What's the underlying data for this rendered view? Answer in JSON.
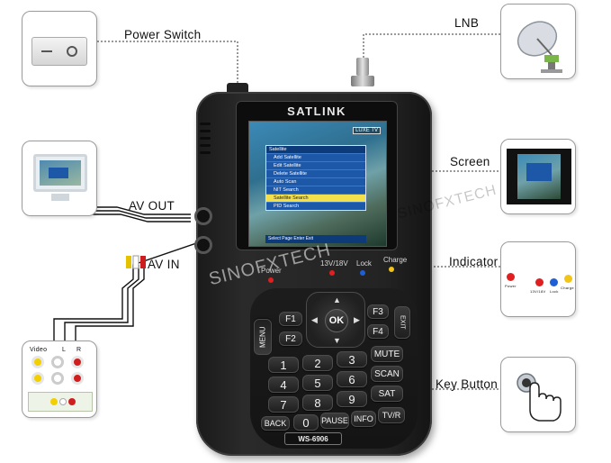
{
  "callouts": {
    "power_switch": "Power  Switch",
    "av_out": "AV  OUT",
    "av_in": "AV  IN",
    "lnb": "LNB",
    "screen": "Screen",
    "indicator": "Indicator",
    "key_button": "Key Button"
  },
  "device": {
    "brand": "SATLINK",
    "model": "WS-6906",
    "indicators": {
      "power": "Power",
      "voltage": "13V/18V",
      "lock": "Lock",
      "charge": "Charge"
    },
    "screen": {
      "corner_badge": "LUXE TV",
      "menu_title": "Satellite",
      "menu_items": [
        "Add Satellite",
        "Edit Satellite",
        "Delete Satellite",
        "Auto Scan",
        "NIT Search",
        "Satellite Search",
        "PID Search"
      ],
      "selected_index": 5,
      "footer": "Select  Page  Enter  Exit"
    },
    "keys": {
      "ok": "OK",
      "menu": "MENU",
      "exit": "EXIT",
      "f1": "F1",
      "f2": "F2",
      "f3": "F3",
      "f4": "F4",
      "mute": "MUTE",
      "scan": "SCAN",
      "sat": "SAT",
      "back": "BACK",
      "pause": "PAUSE",
      "info": "INFO",
      "tvr": "TV/R",
      "digits": [
        "1",
        "2",
        "3",
        "4",
        "5",
        "6",
        "7",
        "8",
        "9",
        "0"
      ]
    }
  },
  "av_in_panel": {
    "labels": {
      "video": "Video",
      "l": "L",
      "r": "R"
    }
  },
  "indicator_panel": {
    "labels": [
      "Power",
      "13V/18V",
      "Lock",
      "Charge"
    ]
  },
  "watermark": "SINOFXTECH",
  "colors": {
    "led_red": "#e02020",
    "led_blue": "#1f5fd6",
    "led_yellow": "#f2c417",
    "highlight_yellow": "#f4e04a",
    "menu_blue": "#1c57a8"
  }
}
